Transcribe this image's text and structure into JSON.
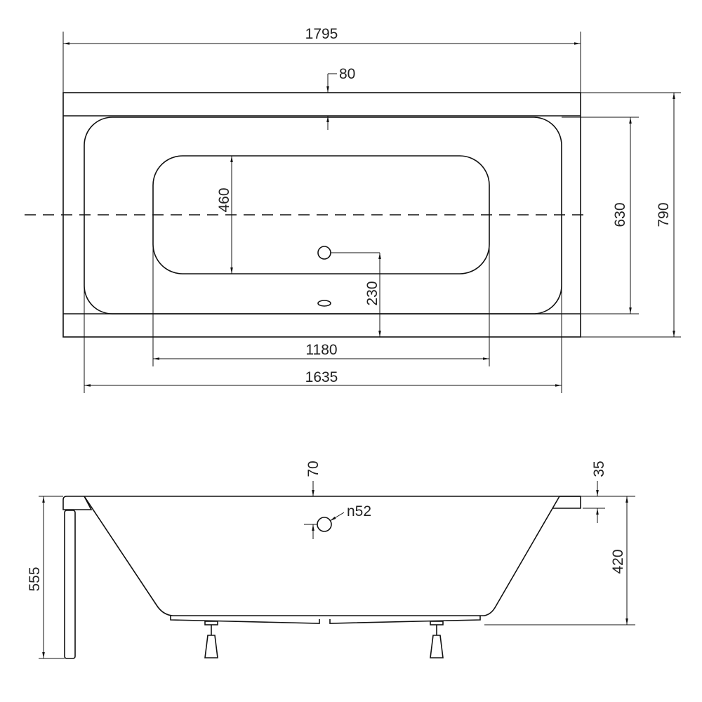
{
  "top_view": {
    "overall_length": "1795",
    "rim_width": "80",
    "inner_width": "630",
    "overall_width": "790",
    "bottom_width": "460",
    "drain_offset": "230",
    "bottom_length": "1180",
    "inner_length": "1635"
  },
  "side_view": {
    "overflow_offset": "70",
    "rim_thickness": "35",
    "overflow_diameter": "n52",
    "total_height": "555",
    "basin_depth": "420"
  }
}
